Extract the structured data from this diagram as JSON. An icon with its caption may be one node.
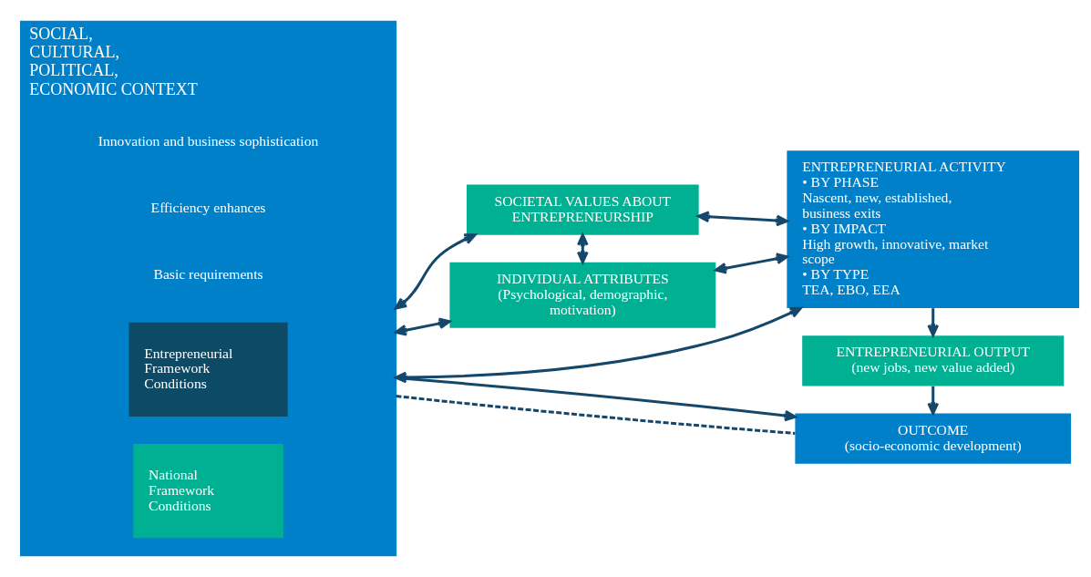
{
  "diagram": {
    "nodes": [
      {
        "text": [
          "SOCIAL, CULTURAL, POLITICAL, ECONOMIC CONTEXT"
        ]
      },
      {
        "text": [
          "National Framework Conditions"
        ],
        "in": 0
      },
      {
        "text": [
          "Entrepreneurial Framework Conditions"
        ],
        "in": 0
      },
      {
        "text": [
          "SOCIETAL VALUES ABOUT ENTREPRENEURSHIP"
        ]
      },
      {
        "text": [
          "INDIVIDUAL ATTRIBUTES",
          "(Psychological, demographic, motivation)"
        ]
      },
      {
        "text": [
          "OUTCOME",
          "(socio-economic development)"
        ]
      },
      {
        "text": [
          "ENTREPRENEURIAL OUTPUT",
          "(new jobs, new value added)"
        ]
      },
      {
        "text": [
          "ENTREPRENEURIAL ACTIVITY",
          "• BY PHASE",
          "Nascent, new, established, business exits",
          "• BY IMPACT",
          "High growth, innovative, market scope",
          "• BY TYPE",
          "TEA, EBO, EEA"
        ]
      }
    ],
    "edges": [
      {
        "from": 0,
        "to": 5,
        "arrow": "none",
        "style": "dashed"
      },
      {
        "from": 0,
        "to": 5,
        "arrow": "to"
      },
      {
        "from": 6,
        "to": 5,
        "arrow": "to"
      },
      {
        "from": 7,
        "to": 6,
        "arrow": "to"
      },
      {
        "from": 0,
        "to": 3,
        "arrow": "both"
      },
      {
        "from": 3,
        "to": 4,
        "arrow": "both"
      },
      {
        "from": 3,
        "to": 7,
        "arrow": "both"
      },
      {
        "from": 0,
        "to": 4,
        "arrow": "both"
      },
      {
        "from": 4,
        "to": 7,
        "arrow": "both"
      },
      {
        "from": 0,
        "to": 7,
        "arrow": "both"
      }
    ],
    "labels": [
      "Basic requirements",
      "Efficiency enhances",
      "Innovation and business sophistication"
    ]
  }
}
